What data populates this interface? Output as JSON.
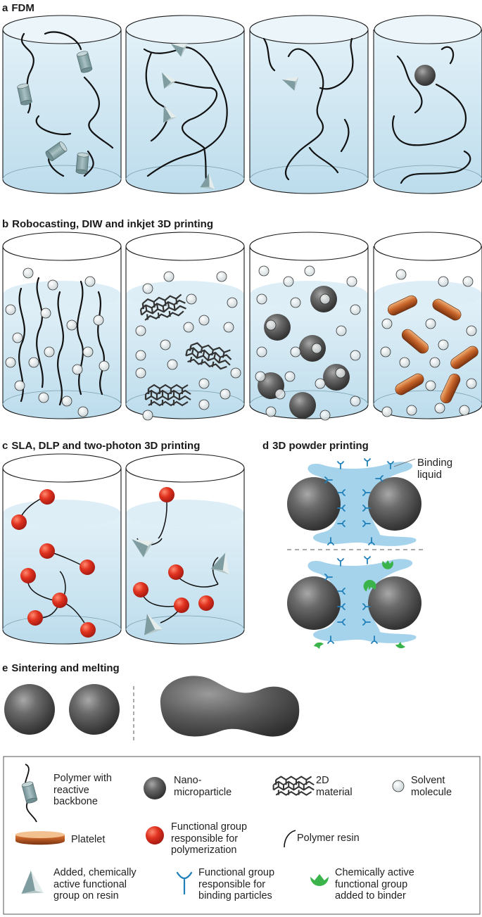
{
  "panels": {
    "a": {
      "letter": "a",
      "title": "FDM"
    },
    "b": {
      "letter": "b",
      "title": "Robocasting, DIW and inkjet 3D printing"
    },
    "c": {
      "letter": "c",
      "title": "SLA, DLP and two-photon 3D printing"
    },
    "d": {
      "letter": "d",
      "title": "3D powder printing",
      "annotation": [
        "Binding",
        "liquid"
      ]
    },
    "e": {
      "letter": "e",
      "title": "Sintering and melting"
    }
  },
  "legend": {
    "polymer_backbone": [
      "Polymer with",
      "reactive",
      "backbone"
    ],
    "nanoparticle": [
      "Nano-",
      "microparticle"
    ],
    "material_2d": [
      "2D",
      "material"
    ],
    "solvent": [
      "Solvent",
      "molecule"
    ],
    "platelet": [
      "Platelet"
    ],
    "functional_polymerization": [
      "Functional group",
      "responsible for",
      "polymerization"
    ],
    "polymer_resin": [
      "Polymer resin"
    ],
    "added_group": [
      "Added, chemically",
      "active functional",
      "group on resin"
    ],
    "binding_group": [
      "Functional group",
      "responsible for",
      "binding particles"
    ],
    "binder_group": [
      "Chemically active",
      "functional group",
      "added to binder"
    ]
  },
  "colors": {
    "liquid": "#cfe6f2",
    "cylinder_stroke": "#1a1a1a",
    "sphere": "#555555",
    "red_group": "#d42a20",
    "blue_binder": "#a6d3ec",
    "binding_icon": "#1f7fb8",
    "green_group": "#3ab34a",
    "platelet": "#c8652a",
    "teal_cyl": "#8aa7ab"
  }
}
